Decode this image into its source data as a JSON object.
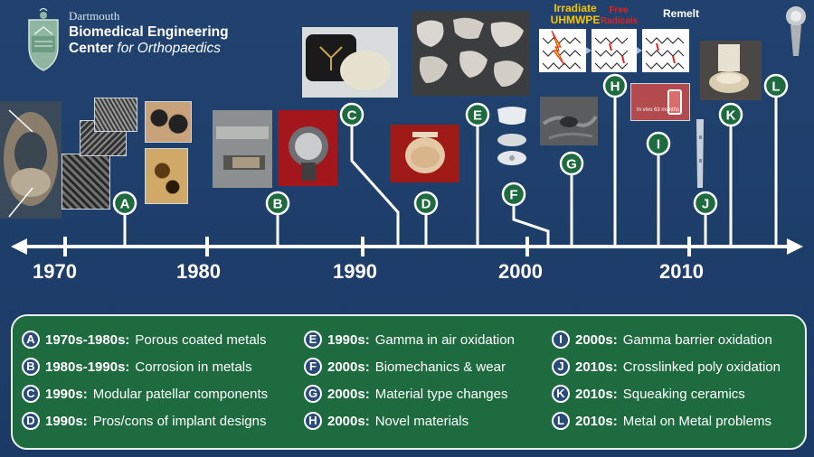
{
  "brand": {
    "line1": "Dartmouth",
    "line2": "Biomedical Engineering",
    "line3_a": "Center ",
    "line3_b": "for Orthopaedics"
  },
  "years": [
    "1970",
    "1980",
    "1990",
    "2000",
    "2010"
  ],
  "markers": [
    "A",
    "B",
    "C",
    "D",
    "E",
    "F",
    "G",
    "H",
    "I",
    "J",
    "K",
    "L"
  ],
  "diagram_labels": {
    "irradiate": "Irradiate",
    "uhmwpe": "UHMWPE",
    "free_radicals": "Free Radicals",
    "remelt": "Remelt",
    "in_vivo": "In vivo 63 months"
  },
  "legend": [
    {
      "letter": "A",
      "period": "1970s-1980s:",
      "text": "Porous coated metals"
    },
    {
      "letter": "B",
      "period": "1980s-1990s:",
      "text": "Corrosion in metals"
    },
    {
      "letter": "C",
      "period": "1990s:",
      "text": "Modular patellar components"
    },
    {
      "letter": "D",
      "period": "1990s:",
      "text": "Pros/cons of implant designs"
    },
    {
      "letter": "E",
      "period": "1990s:",
      "text": "Gamma in air oxidation"
    },
    {
      "letter": "F",
      "period": "2000s:",
      "text": "Biomechanics & wear"
    },
    {
      "letter": "G",
      "period": "2000s:",
      "text": "Material type changes"
    },
    {
      "letter": "H",
      "period": "2000s:",
      "text": "Novel materials"
    },
    {
      "letter": "I",
      "period": "2000s:",
      "text": "Gamma barrier oxidation"
    },
    {
      "letter": "J",
      "period": "2010s:",
      "text": "Crosslinked poly oxidation"
    },
    {
      "letter": "K",
      "period": "2010s:",
      "text": "Squeaking ceramics"
    },
    {
      "letter": "L",
      "period": "2010s:",
      "text": "Metal on Metal problems"
    }
  ],
  "colors": {
    "background": "#1f3d6b",
    "legend_bg": "#1e6b3f",
    "marker_fill": "#1e6b3f",
    "accent_red": "#e2231a",
    "accent_yellow": "#f5c400"
  }
}
